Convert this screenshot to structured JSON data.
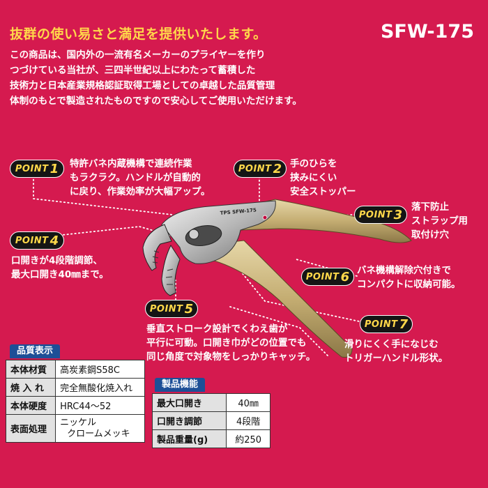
{
  "header": {
    "headline": "抜群の使い易さと満足を提供いたします。",
    "model": "SFW-175",
    "intro": [
      "この商品は、国内外の一流有名メーカーのプライヤーを作り",
      "つづけている当社が、三四半世紀以上にわたって蓄積した",
      "技術力と日本産業規格認証取得工場としての卓越した品質管理",
      "体制のもとで製造されたものですので安心してご使用いただけます。"
    ]
  },
  "badge_word": "POINT",
  "points": [
    {
      "num": "1",
      "lines": [
        "特許バネ内蔵機構で連続作業",
        "もラクラク。ハンドルが自動的",
        "に戻り、作業効率が大幅アップ。"
      ]
    },
    {
      "num": "2",
      "lines": [
        "手のひらを",
        "挟みにくい",
        "安全ストッパー"
      ]
    },
    {
      "num": "3",
      "lines": [
        "落下防止",
        "ストラップ用",
        "取付け穴"
      ]
    },
    {
      "num": "4",
      "lines": [
        "口開きが4段階調節、",
        "最大口開き40㎜まで。"
      ]
    },
    {
      "num": "5",
      "lines": [
        "垂直ストローク設計でくわえ歯が",
        "平行に可動。口開き巾がどの位置でも",
        "同じ角度で対象物をしっかりキャッチ。"
      ]
    },
    {
      "num": "6",
      "lines": [
        "バネ機構解除穴付きで",
        "コンパクトに収納可能。"
      ]
    },
    {
      "num": "7",
      "lines": [
        "滑りにくく手になじむ",
        "トリガーハンドル形状。"
      ]
    }
  ],
  "quality": {
    "title": "品質表示",
    "rows": [
      {
        "label": "本体材質",
        "value": [
          "高炭素鋼S58C"
        ]
      },
      {
        "label": "焼 入 れ",
        "value": [
          "完全無酸化焼入れ"
        ]
      },
      {
        "label": "本体硬度",
        "value": [
          "HRC44～52"
        ]
      },
      {
        "label": "表面処理",
        "value": [
          "ニッケル",
          "クロームメッキ"
        ]
      }
    ]
  },
  "function": {
    "title": "製品機能",
    "rows": [
      {
        "label": "最大口開き",
        "value": "40㎜"
      },
      {
        "label": "口開き調節",
        "value": "4段階"
      },
      {
        "label": "製品重量(g)",
        "value": "約250"
      }
    ]
  },
  "tool_engraving": "TPS SFW-175",
  "colors": {
    "background": "#d51a4f",
    "headline": "#ffd84a",
    "badge": "#151515",
    "table_header": "#1d4f97",
    "handle": "#c9b47c"
  }
}
